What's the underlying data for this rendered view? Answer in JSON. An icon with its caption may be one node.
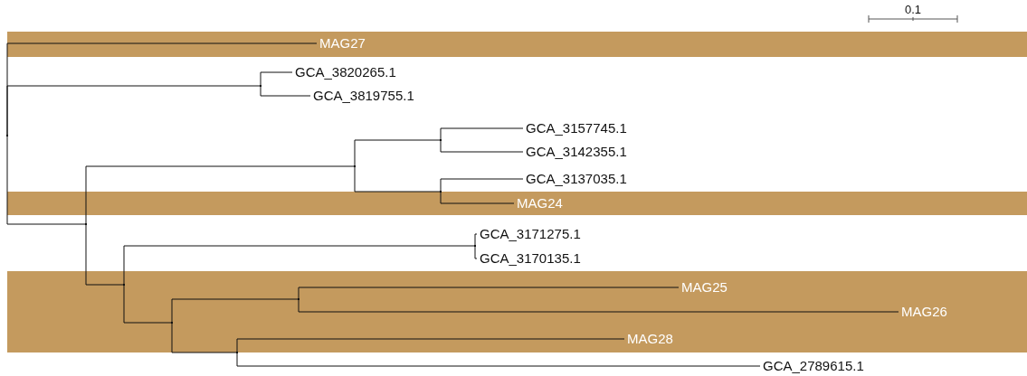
{
  "diagram": {
    "nodes": [
      {
        "text": [],
        "shape": "point"
      },
      {
        "text": [
          "MAG27"
        ]
      },
      {
        "text": [],
        "shape": "point"
      },
      {
        "text": [
          "GCA_3820265.1"
        ]
      },
      {
        "text": [
          "GCA_3819755.1"
        ]
      },
      {
        "text": [],
        "shape": "point"
      },
      {
        "text": [],
        "shape": "point"
      },
      {
        "text": [],
        "shape": "point"
      },
      {
        "text": [
          "GCA_3157745.1"
        ]
      },
      {
        "text": [
          "GCA_3142355.1"
        ]
      },
      {
        "text": [],
        "shape": "point"
      },
      {
        "text": [
          "GCA_3137035.1"
        ]
      },
      {
        "text": [
          "MAG24"
        ]
      },
      {
        "text": [],
        "shape": "point"
      },
      {
        "text": [],
        "shape": "point"
      },
      {
        "text": [
          "GCA_3171275.1"
        ]
      },
      {
        "text": [
          "GCA_3170135.1"
        ]
      },
      {
        "text": [],
        "shape": "point"
      },
      {
        "text": [],
        "shape": "point"
      },
      {
        "text": [
          "MAG25"
        ]
      },
      {
        "text": [
          "MAG26"
        ]
      },
      {
        "text": [],
        "shape": "point"
      },
      {
        "text": [
          "MAG28"
        ]
      },
      {
        "text": [
          "GCA_2789615.1"
        ]
      }
    ],
    "edges": [
      {
        "from": 0,
        "to": 1,
        "arrow": "none"
      },
      {
        "from": 0,
        "to": 2,
        "arrow": "none"
      },
      {
        "from": 2,
        "to": 3,
        "arrow": "none"
      },
      {
        "from": 2,
        "to": 4,
        "arrow": "none"
      },
      {
        "from": 0,
        "to": 5,
        "arrow": "none"
      },
      {
        "from": 5,
        "to": 6,
        "arrow": "none"
      },
      {
        "from": 6,
        "to": 7,
        "arrow": "none"
      },
      {
        "from": 7,
        "to": 8,
        "arrow": "none"
      },
      {
        "from": 7,
        "to": 9,
        "arrow": "none"
      },
      {
        "from": 6,
        "to": 10,
        "arrow": "none"
      },
      {
        "from": 10,
        "to": 11,
        "arrow": "none"
      },
      {
        "from": 10,
        "to": 12,
        "arrow": "none"
      },
      {
        "from": 5,
        "to": 13,
        "arrow": "none"
      },
      {
        "from": 13,
        "to": 14,
        "arrow": "none"
      },
      {
        "from": 14,
        "to": 15,
        "arrow": "none"
      },
      {
        "from": 14,
        "to": 16,
        "arrow": "none"
      },
      {
        "from": 13,
        "to": 17,
        "arrow": "none"
      },
      {
        "from": 17,
        "to": 18,
        "arrow": "none"
      },
      {
        "from": 18,
        "to": 19,
        "arrow": "none"
      },
      {
        "from": 18,
        "to": 20,
        "arrow": "none"
      },
      {
        "from": 17,
        "to": 21,
        "arrow": "none"
      },
      {
        "from": 21,
        "to": 22,
        "arrow": "none"
      },
      {
        "from": 21,
        "to": 23,
        "arrow": "none"
      }
    ],
    "labels": [
      "0.1"
    ]
  }
}
